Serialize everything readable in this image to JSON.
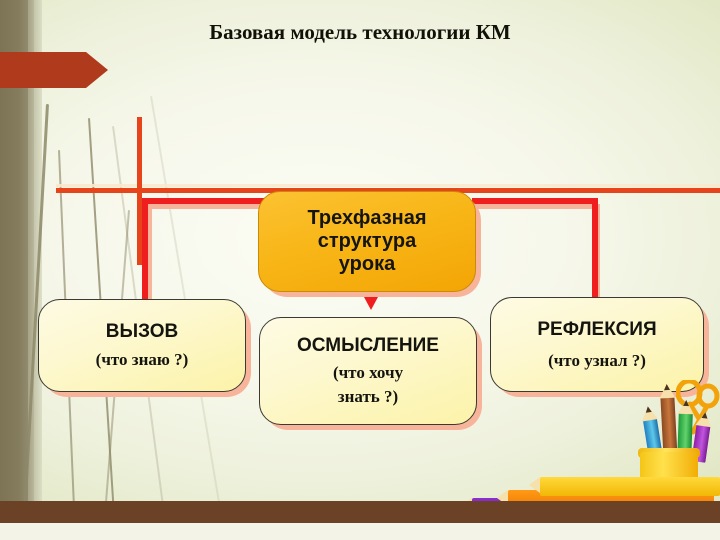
{
  "slide": {
    "title": "Базовая модель технологии КМ"
  },
  "diagram": {
    "center_node": {
      "line1": "Трехфазная",
      "line2": "структура",
      "line3": "урока",
      "fill_color": "#f8b617"
    },
    "phases": [
      {
        "id": "vyzov",
        "heading": "ВЫЗОВ",
        "question_line1": "(что знаю ?)",
        "question_line2": "",
        "fill_color": "#fdf8cf"
      },
      {
        "id": "osmyslenie",
        "heading": "ОСМЫСЛЕНИЕ",
        "question_line1": "(что хочу",
        "question_line2": "знать ?)",
        "fill_color": "#fdf8cf"
      },
      {
        "id": "refleksiya",
        "heading": "РЕФЛЕКСИЯ",
        "question_line1": "(что узнал ?)",
        "question_line2": "",
        "fill_color": "#fdf8cf"
      }
    ],
    "connector_color": "#ef1f1f",
    "connector_shadow_color": "#f8b49a"
  },
  "decor": {
    "banner_color": "#b03a1c",
    "rule_color": "#e8441b",
    "desk_band_color": "#6b4226",
    "left_band_color": "#7c7455",
    "background_tint": "#e2e8c6"
  }
}
